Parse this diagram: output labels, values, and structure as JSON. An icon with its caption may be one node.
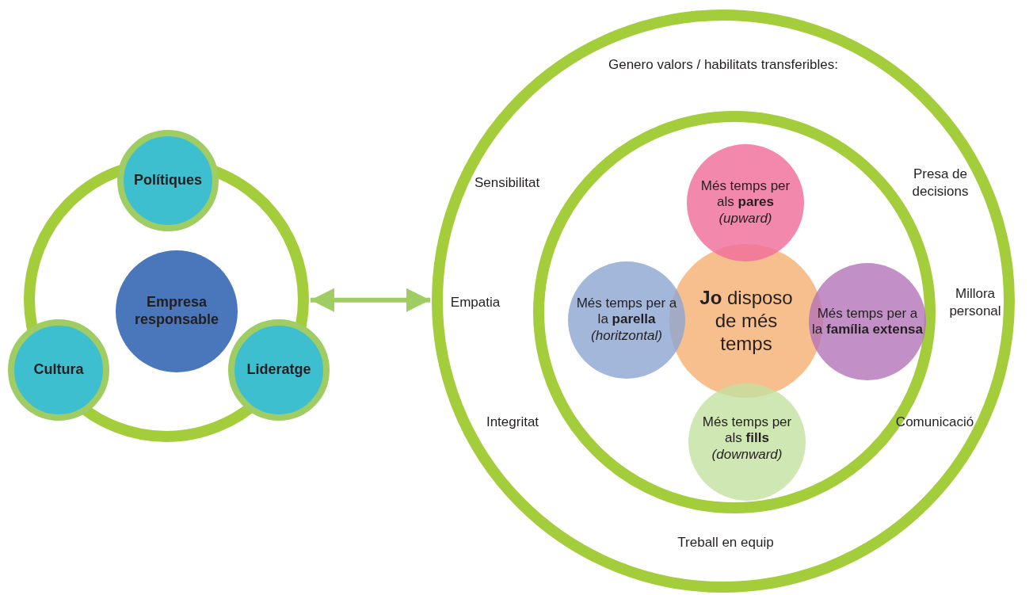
{
  "diagram": {
    "nodes": [
      {
        "text": [],
        "shape": "circle"
      },
      {
        "text": [
          "Polítiques"
        ]
      },
      {
        "text": [
          "Empresa responsable"
        ],
        "in": 0
      },
      {
        "text": [
          "Cultura"
        ]
      },
      {
        "text": [
          "Lideratge"
        ]
      },
      {
        "text": [
          "Genero valors / habilitats transferibles:"
        ]
      },
      {
        "text": [],
        "shape": "circle",
        "in": 5
      },
      {
        "text": [
          "Més temps per als **pares** *(upward)*"
        ],
        "in": 6
      },
      {
        "text": [
          "Més temps per a la **parella** *(horitzontal)*"
        ],
        "in": 6
      },
      {
        "text": [
          "**Jo** disposo de més temps"
        ],
        "in": 6
      },
      {
        "text": [
          "Més temps per a la **família extensa**"
        ],
        "in": 6
      },
      {
        "text": [
          "Més temps per als **fills** *(downward)*"
        ],
        "in": 6
      }
    ],
    "edges": [
      {
        "from": 0,
        "to": 5,
        "arrow": "both"
      }
    ],
    "labels": [
      "Sensibilitat",
      "Presa de decisions",
      "Empatia",
      "Millora personal",
      "Integritat",
      "Comunicació",
      "Treball en equip"
    ]
  }
}
